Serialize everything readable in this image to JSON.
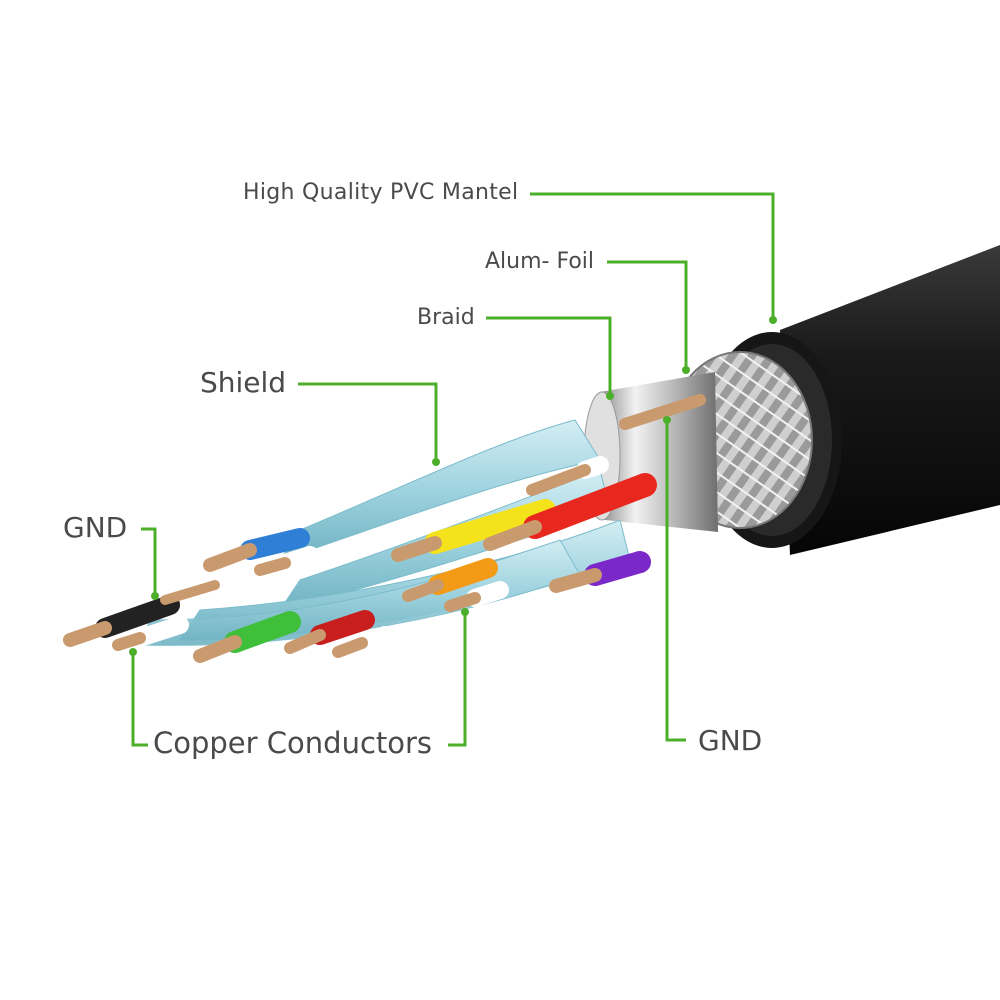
{
  "labels": {
    "pvc_mantel": "High Quality PVC Mantel",
    "alum_foil": "Alum- Foil",
    "braid": "Braid",
    "shield": "Shield",
    "gnd_left": "GND",
    "copper_conductors": "Copper Conductors",
    "gnd_right": "GND"
  },
  "colors": {
    "leader_line": "#4caf2a",
    "label_text": "#4a4a4a",
    "jacket": "#1b1b1b",
    "shield_foil": "#a9dbe6",
    "copper": "#c99a6e",
    "wire_colors": [
      "#222222",
      "#2f7fd6",
      "#f4e21a",
      "#e8281e",
      "#f39a16",
      "#3fbf3a",
      "#c81e1e",
      "#7a28c8",
      "#ffffff"
    ]
  }
}
